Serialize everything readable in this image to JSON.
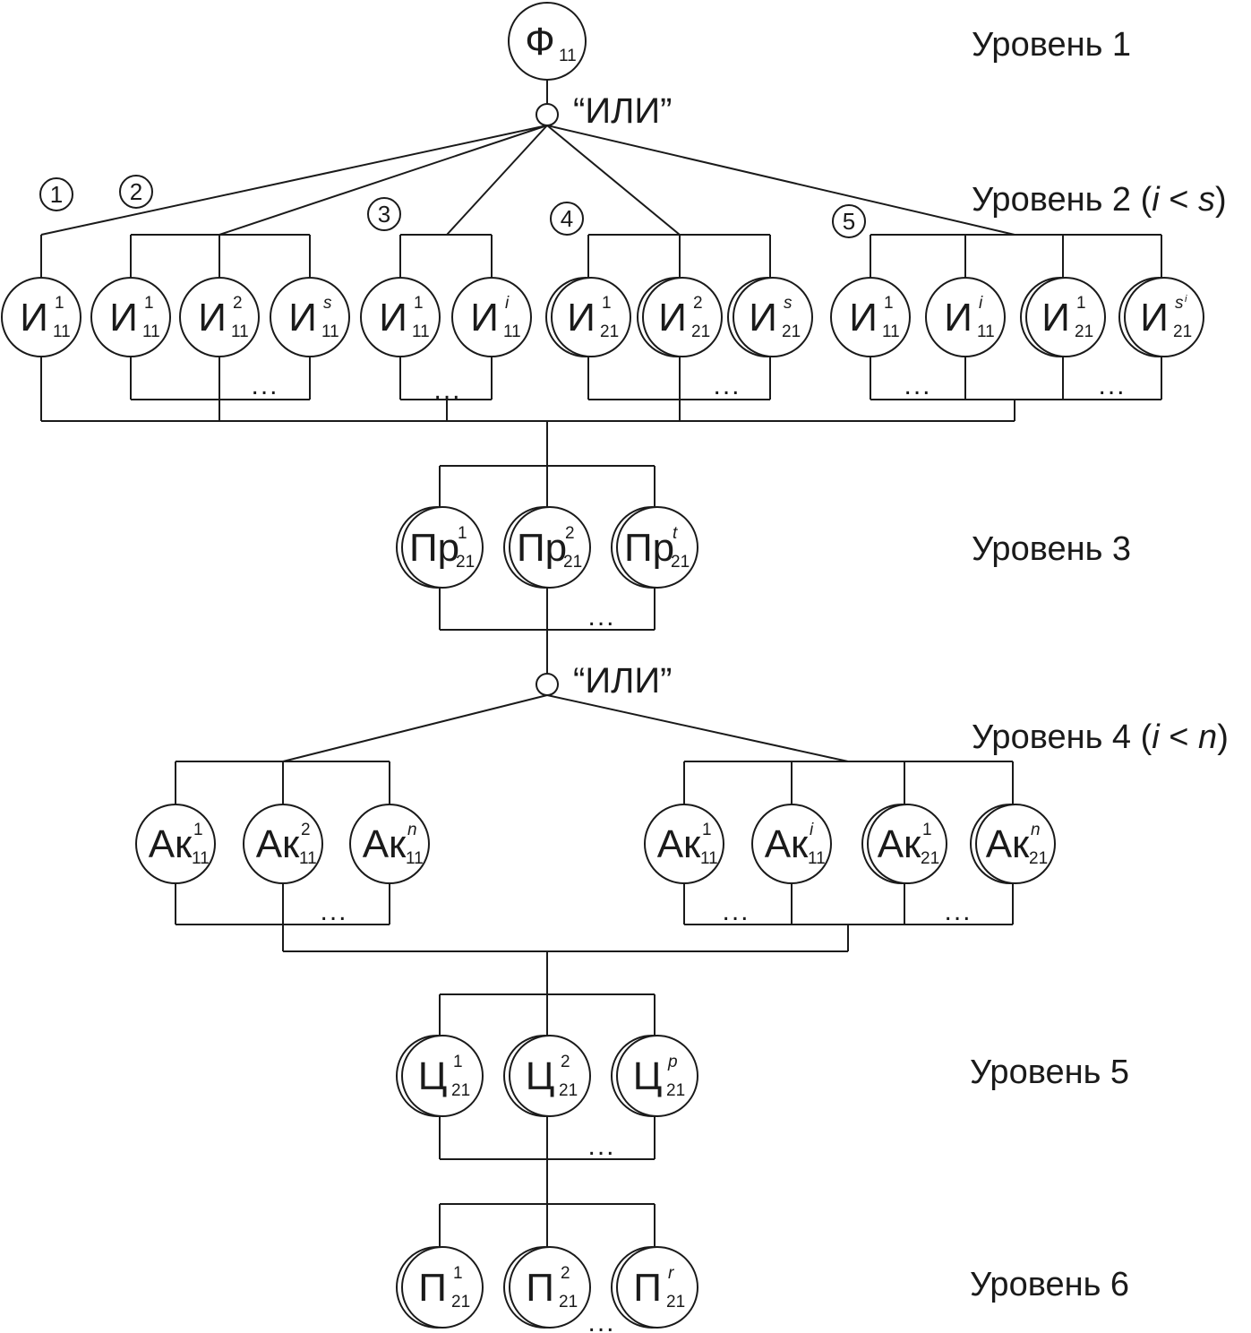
{
  "levels": {
    "l1": "Уровень 1",
    "l2": {
      "prefix": "Уровень 2 (",
      "i": "i",
      "lt": " < ",
      "s": "s",
      "suffix": ")"
    },
    "l3": "Уровень 3",
    "l4": {
      "prefix": "Уровень 4 (",
      "i": "i",
      "lt": " < ",
      "n": "n",
      "suffix": ")"
    },
    "l5": "Уровень 5",
    "l6": "Уровень 6"
  },
  "gates": {
    "or_top": "“ИЛИ”",
    "or_bottom": "“ИЛИ”"
  },
  "group_numbers": [
    "1",
    "2",
    "3",
    "4",
    "5"
  ],
  "ellipsis": "...",
  "nodes": {
    "root": {
      "main": "Ф",
      "sub": "11",
      "sup": ""
    },
    "g1_a": {
      "main": "И",
      "sub": "11",
      "sup": "1"
    },
    "g2_a": {
      "main": "И",
      "sub": "11",
      "sup": "1"
    },
    "g2_b": {
      "main": "И",
      "sub": "11",
      "sup": "2"
    },
    "g2_c": {
      "main": "И",
      "sub": "11",
      "sup": "s"
    },
    "g3_a": {
      "main": "И",
      "sub": "11",
      "sup": "1"
    },
    "g3_b": {
      "main": "И",
      "sub": "11",
      "sup": "i"
    },
    "g4_a": {
      "main": "И",
      "sub": "21",
      "sup": "1"
    },
    "g4_b": {
      "main": "И",
      "sub": "21",
      "sup": "2"
    },
    "g4_c": {
      "main": "И",
      "sub": "21",
      "sup": "s"
    },
    "g5_a": {
      "main": "И",
      "sub": "11",
      "sup": "1"
    },
    "g5_b": {
      "main": "И",
      "sub": "11",
      "sup": "i"
    },
    "g5_c": {
      "main": "И",
      "sub": "21",
      "sup": "1"
    },
    "g5_d": {
      "main": "И",
      "sub": "21",
      "sup": "s",
      "sup2": "i"
    },
    "pr_a": {
      "main": "Пр",
      "sub": "21",
      "sup": "1"
    },
    "pr_b": {
      "main": "Пр",
      "sub": "21",
      "sup": "2"
    },
    "pr_c": {
      "main": "Пр",
      "sub": "21",
      "sup": "t"
    },
    "ak1_a": {
      "main": "Ак",
      "sub": "11",
      "sup": "1"
    },
    "ak1_b": {
      "main": "Ак",
      "sub": "11",
      "sup": "2"
    },
    "ak1_c": {
      "main": "Ак",
      "sub": "11",
      "sup": "n"
    },
    "ak2_a": {
      "main": "Ак",
      "sub": "11",
      "sup": "1"
    },
    "ak2_b": {
      "main": "Ак",
      "sub": "11",
      "sup": "i"
    },
    "ak2_c": {
      "main": "Ак",
      "sub": "21",
      "sup": "1"
    },
    "ak2_d": {
      "main": "Ак",
      "sub": "21",
      "sup": "n"
    },
    "c_a": {
      "main": "Ц",
      "sub": "21",
      "sup": "1"
    },
    "c_b": {
      "main": "Ц",
      "sub": "21",
      "sup": "2"
    },
    "c_c": {
      "main": "Ц",
      "sub": "21",
      "sup": "p"
    },
    "p_a": {
      "main": "П",
      "sub": "21",
      "sup": "1"
    },
    "p_b": {
      "main": "П",
      "sub": "21",
      "sup": "2"
    },
    "p_c": {
      "main": "П",
      "sub": "21",
      "sup": "r"
    }
  }
}
